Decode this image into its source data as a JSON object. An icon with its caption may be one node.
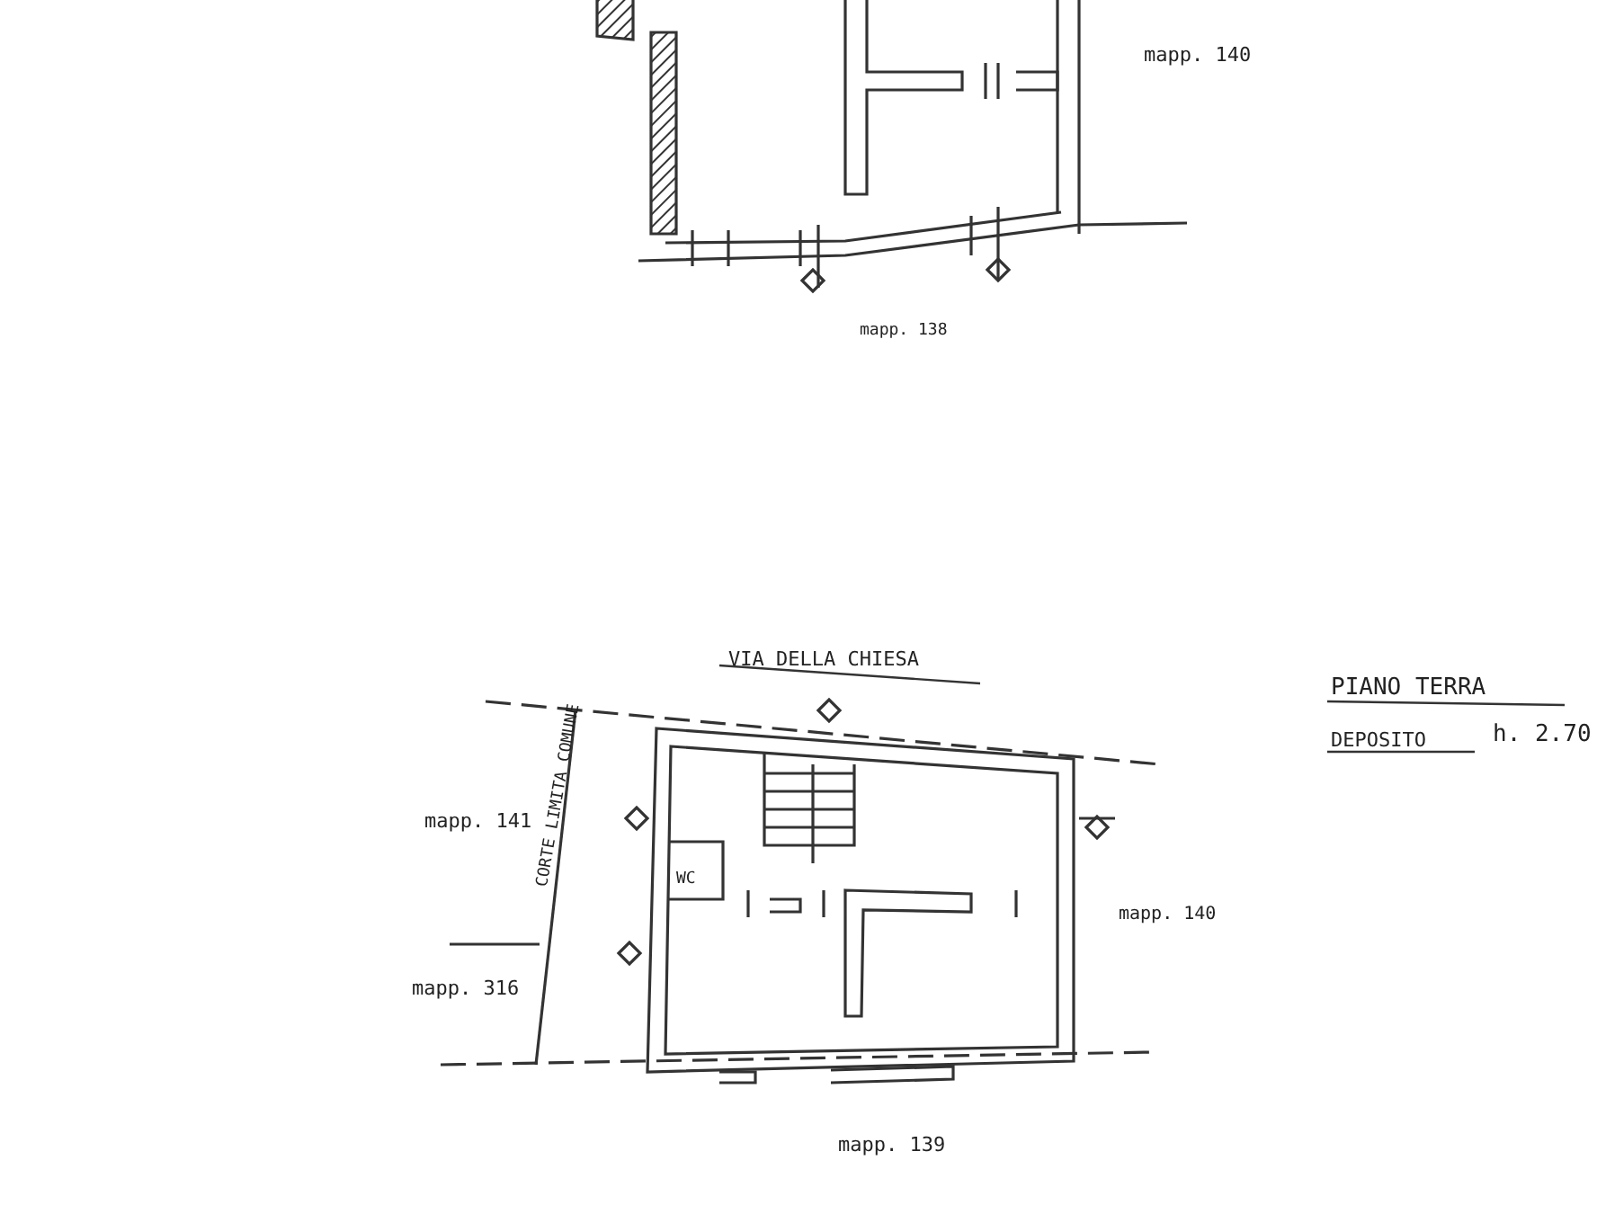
{
  "diagram": {
    "labels": [
      "mapp. 140",
      "mapp. 138",
      "VIA DELLA CHIESA",
      "PIANO TERRA",
      "DEPOSITO",
      "h. 2.70",
      "mapp. 141",
      "CORTE LIMITA COMUNE",
      "WC",
      "mapp. 140",
      "mapp. 316",
      "mapp. 139"
    ]
  }
}
